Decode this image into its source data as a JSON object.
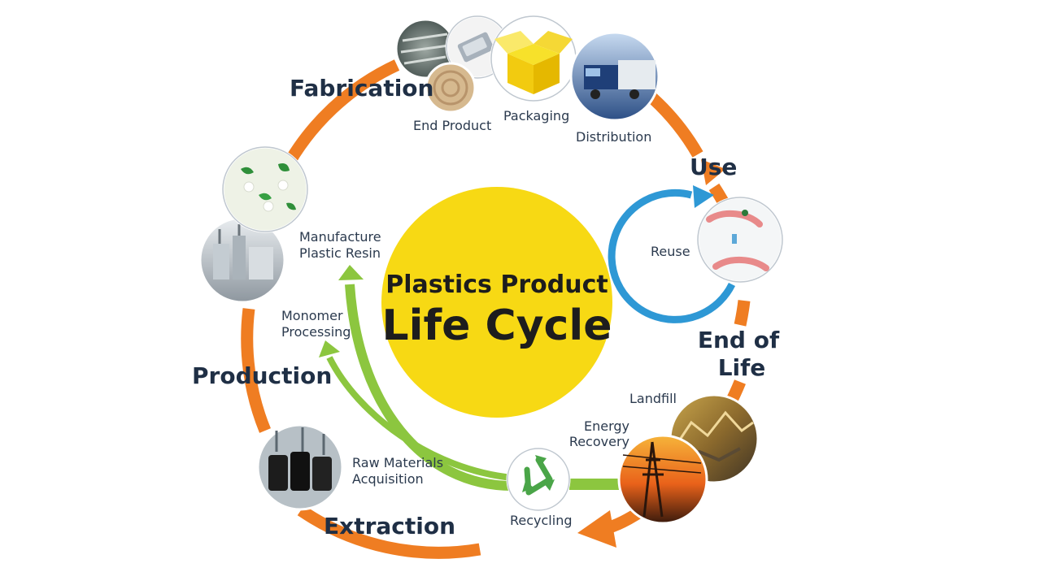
{
  "title": {
    "line1": "Plastics Product",
    "line2": "Life Cycle"
  },
  "stages": {
    "fabrication": "Fabrication",
    "use": "Use",
    "end_of_life_1": "End of",
    "end_of_life_2": "Life",
    "production": "Production",
    "extraction": "Extraction"
  },
  "steps": {
    "end_product": "End Product",
    "packaging": "Packaging",
    "distribution": "Distribution",
    "reuse": "Reuse",
    "landfill": "Landfill",
    "energy_recovery_1": "Energy",
    "energy_recovery_2": "Recovery",
    "recycling": "Recycling",
    "raw_materials_1": "Raw Materials",
    "raw_materials_2": "Acquisition",
    "monomer_1": "Monomer",
    "monomer_2": "Processing",
    "manufacture_1": "Manufacture",
    "manufacture_2": "Plastic Resin"
  },
  "colors": {
    "cycle_arrow": "#ef7d22",
    "recycle_arrow": "#8cc63f",
    "reuse_arrow": "#2e98d5",
    "center_circle": "#f7d914",
    "label_text": "#1f2f45"
  }
}
